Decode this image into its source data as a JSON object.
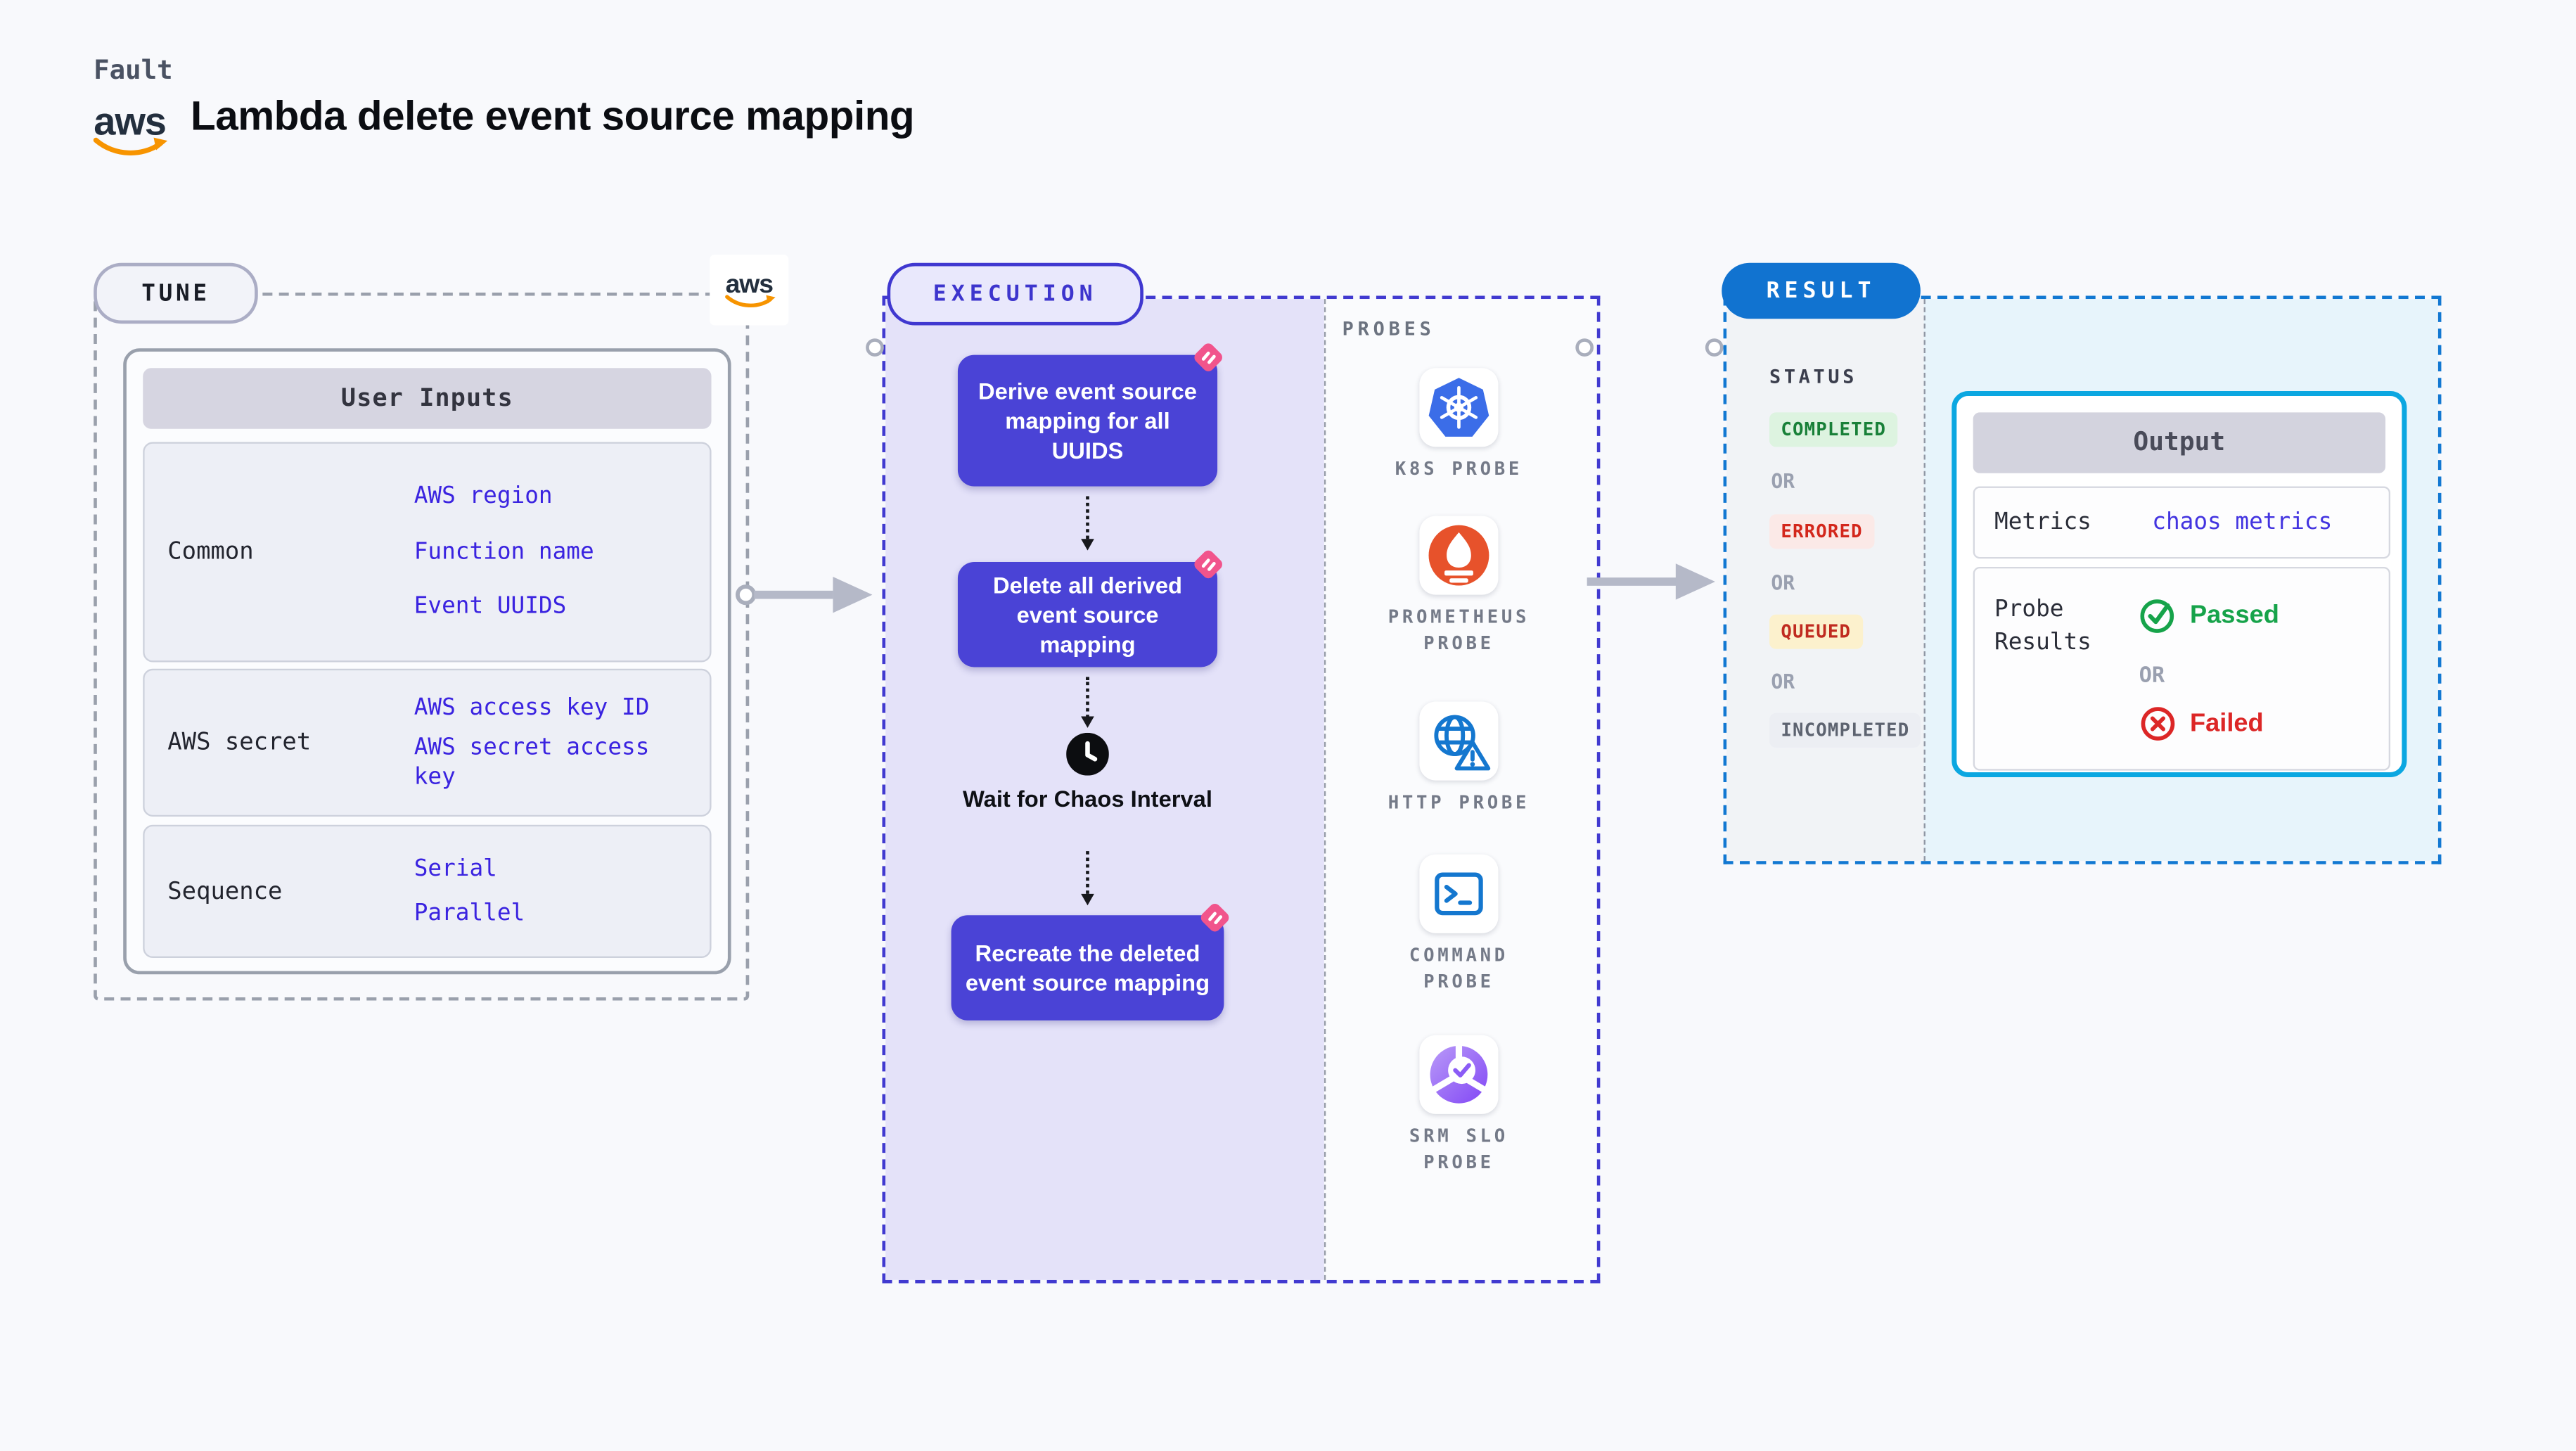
{
  "header": {
    "kicker": "Fault",
    "title": "Lambda delete event source mapping",
    "aws_logo_text": "aws"
  },
  "tune": {
    "badge": "TUNE",
    "aws_logo_text": "aws",
    "table": {
      "header": "User Inputs",
      "rows": [
        {
          "label": "Common",
          "values": [
            "AWS region",
            "Function name",
            "Event UUIDS"
          ]
        },
        {
          "label": "AWS secret",
          "values": [
            "AWS access key ID",
            "AWS secret access key"
          ]
        },
        {
          "label": "Sequence",
          "values": [
            "Serial",
            "Parallel"
          ]
        }
      ]
    }
  },
  "execution": {
    "badge": "EXECUTION",
    "steps": [
      {
        "kind": "action",
        "text": "Derive event source mapping for all UUIDS"
      },
      {
        "kind": "action",
        "text": "Delete all derived event source mapping"
      },
      {
        "kind": "wait",
        "text": "Wait for Chaos Interval"
      },
      {
        "kind": "action",
        "text": "Recreate the deleted event source mapping"
      }
    ]
  },
  "probes": {
    "heading": "PROBES",
    "items": [
      {
        "label": "K8S PROBE",
        "icon": "kubernetes-icon",
        "color": "#3b6de8"
      },
      {
        "label": "PROMETHEUS PROBE",
        "icon": "prometheus-icon",
        "color": "#e7522b"
      },
      {
        "label": "HTTP PROBE",
        "icon": "http-globe-warning-icon",
        "color": "#1477cf"
      },
      {
        "label": "COMMAND PROBE",
        "icon": "terminal-icon",
        "color": "#1477cf"
      },
      {
        "label": "SRM SLO PROBE",
        "icon": "srm-slo-gauge-icon",
        "color": "#8247f5"
      }
    ]
  },
  "result": {
    "badge": "RESULT",
    "status_heading": "STATUS",
    "or_label": "OR",
    "statuses": [
      {
        "label": "COMPLETED",
        "text_color": "#188038",
        "bg_color": "#ddf3e0"
      },
      {
        "label": "ERRORED",
        "text_color": "#d3271c",
        "bg_color": "#fbe9e7"
      },
      {
        "label": "QUEUED",
        "text_color": "#c02b20",
        "bg_color": "#fcf1cd"
      },
      {
        "label": "INCOMPLETED",
        "text_color": "#5d6370",
        "bg_color": "#eceef3"
      }
    ],
    "output": {
      "header": "Output",
      "metrics_label": "Metrics",
      "metrics_value": "chaos metrics",
      "probe_results_label": "Probe Results",
      "passed_label": "Passed",
      "failed_label": "Failed"
    }
  },
  "colors": {
    "page_background": "#f8f9fc",
    "execution_accent": "#4038d0",
    "execution_fill": "#e4e2f9",
    "result_accent": "#1278d2",
    "result_fill": "#e7f4fb",
    "output_border": "#0ba7e1",
    "flow_box": "#4a43d6",
    "link_blue": "#3a23e0",
    "passed_green": "#16a34a",
    "failed_red": "#dc2626",
    "aws_orange": "#f79400",
    "ribbon_pink": "#f1548c"
  }
}
